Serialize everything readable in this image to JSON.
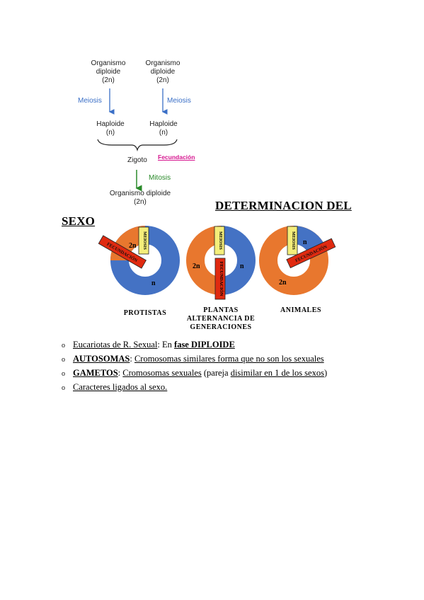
{
  "diagram": {
    "org1": [
      "Organismo",
      "diploide",
      "(2n)"
    ],
    "org2": [
      "Organismo",
      "diploide",
      "(2n)"
    ],
    "meiosis_left": "Meiosis",
    "meiosis_right": "Meiosis",
    "hap1": [
      "Haploide",
      "(n)"
    ],
    "hap2": [
      "Haploide",
      "(n)"
    ],
    "zigoto": "Zigoto",
    "fecundacion": "Fecundación",
    "mitosis": "Mitosis",
    "final": [
      "Organismo diploide",
      "(2n)"
    ]
  },
  "heading": {
    "line1": "DETERMINACION DEL",
    "line2": "SEXO"
  },
  "rings": {
    "protistas": {
      "caption": [
        "PROTISTAS"
      ],
      "meiosis": "MEIOSIS",
      "fecundacion": "FECUNDACIÓN",
      "label_2n": "2n",
      "label_n": "n"
    },
    "plantas": {
      "caption": [
        "PLANTAS",
        "ALTERNANCIA DE",
        "GENERACIONES"
      ],
      "meiosis": "MEIOSIS",
      "fecundacion": "FECUNDACIÓN",
      "label_2n": "2n",
      "label_n": "n"
    },
    "animales": {
      "caption": [
        "ANIMALES"
      ],
      "meiosis": "MEIOSIS",
      "fecundacion": "FECUNDACIÓN",
      "label_2n": "2n",
      "label_n": "n"
    },
    "colors": {
      "diploid": "#e8772e",
      "haploid": "#4472c4",
      "meiosis": "#f4ee7a",
      "fecundacion": "#e02a10"
    }
  },
  "bullets": {
    "marker": "o",
    "b1": {
      "part1": "Eucariotas de R. Sexual",
      "part2": ": En ",
      "part3": "fase DIPLOIDE"
    },
    "b2": {
      "part1": "AUTOSOMAS",
      "part2": ": ",
      "part3": "Cromosomas similares forma que no son los sexuales"
    },
    "b3": {
      "part1": "GAMETOS",
      "part2": ": ",
      "part3": "Cromosomas sexuales",
      "part4": " (pareja ",
      "part5": "disimilar en 1 de los sexos",
      "part6": ")"
    },
    "b4": {
      "part1": "Caracteres ligados al sexo."
    }
  }
}
